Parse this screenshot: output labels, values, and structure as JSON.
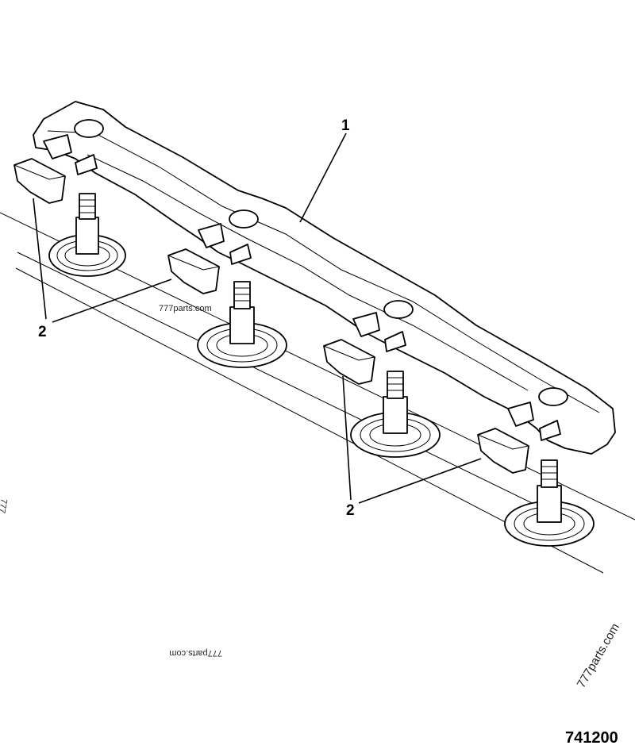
{
  "callouts": {
    "rail_number": "1",
    "pad_number_left": "2",
    "pad_number_right": "2"
  },
  "drawing_number": "741200",
  "watermarks": {
    "center": "777parts.com",
    "bottom_mirrored": "777parts.com",
    "right_rotated": "777parts.com",
    "left_edge": "777"
  },
  "colors": {
    "line": "#000000",
    "background": "#ffffff"
  }
}
